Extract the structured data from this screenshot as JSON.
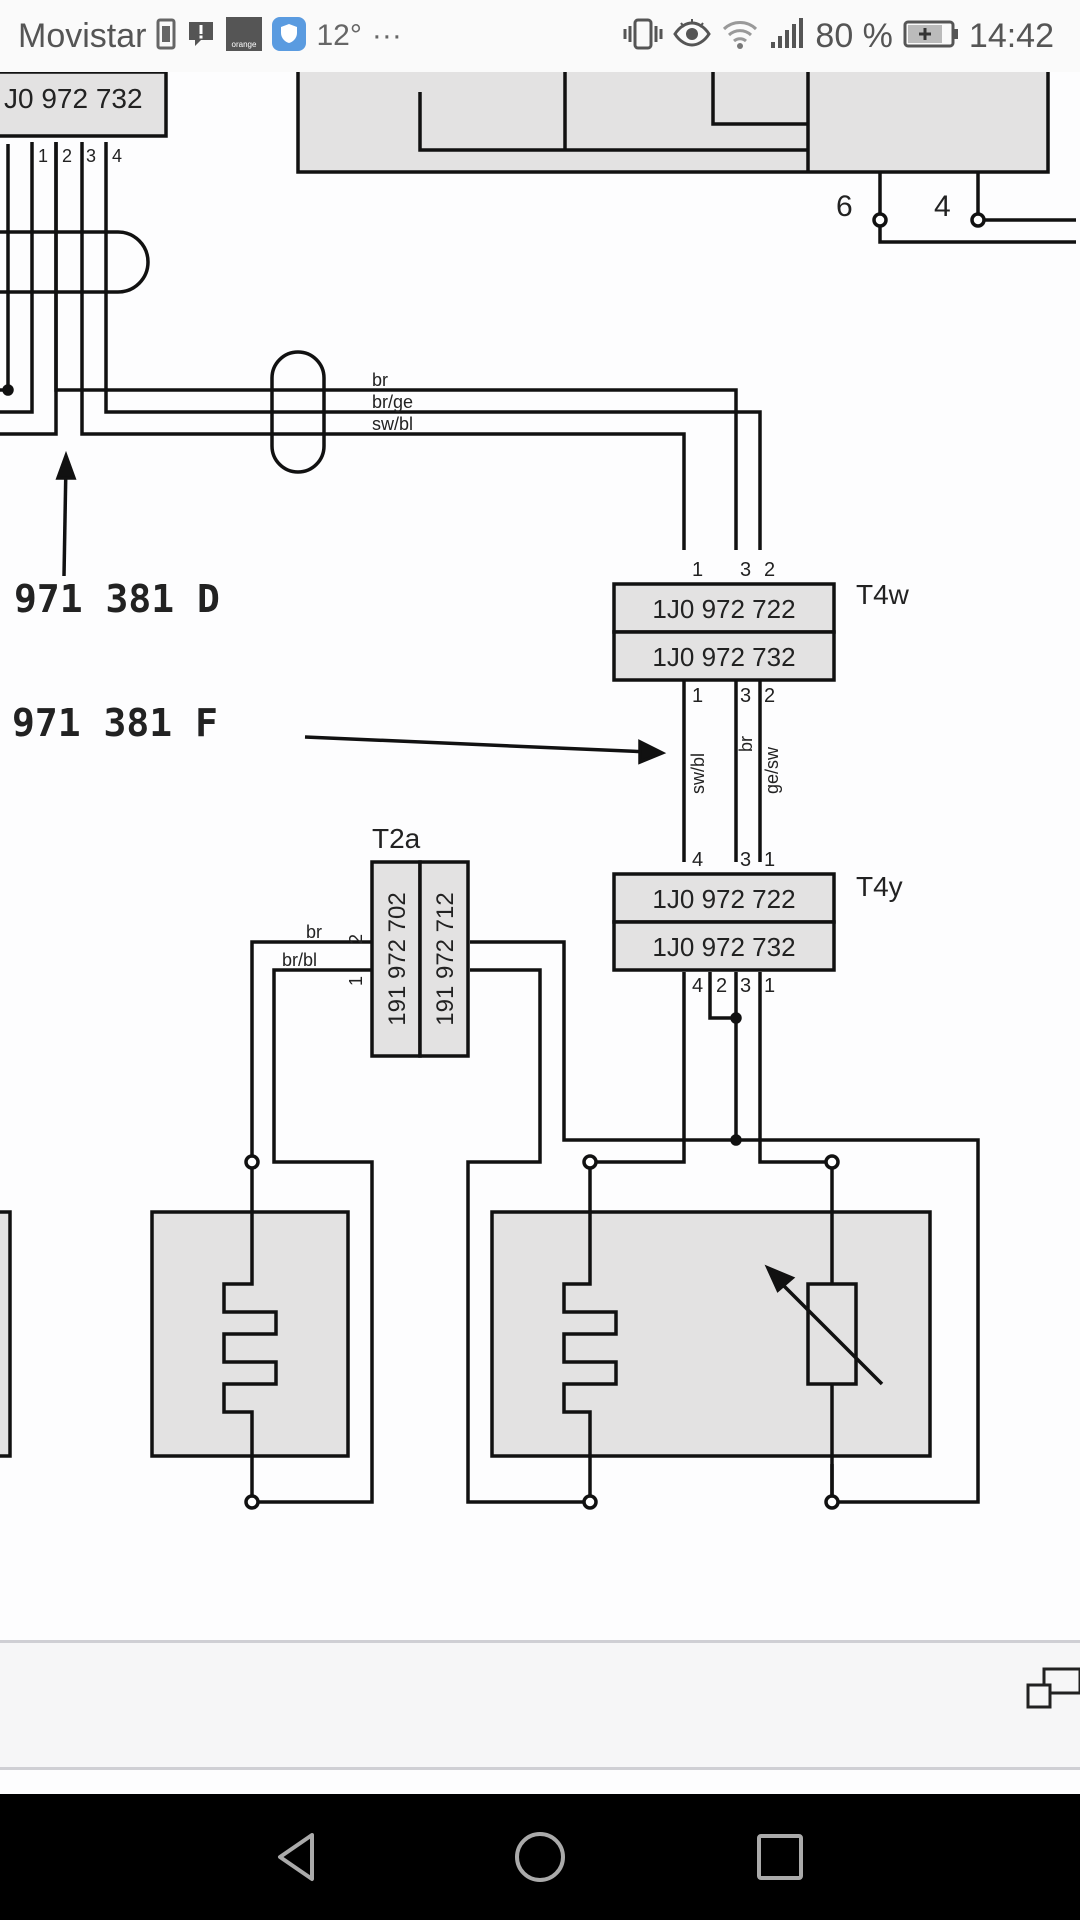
{
  "status_bar": {
    "carrier": "Movistar",
    "temperature": "12°",
    "more": "···",
    "battery_percent": "80 %",
    "time": "14:42",
    "icons": [
      "sim-icon",
      "alert-icon",
      "orange-app-icon",
      "shield-icon",
      "vibrate-icon",
      "eye-icon",
      "wifi-icon",
      "signal-icon",
      "battery-icon"
    ]
  },
  "diagram": {
    "top_connector": "J0 972 732",
    "top_pins": [
      "1",
      "2",
      "3",
      "4"
    ],
    "right_pins": [
      "6",
      "4"
    ],
    "wires_top": [
      "br",
      "br/ge",
      "sw/bl"
    ],
    "part_d": "971 381 D",
    "part_f": "971 381 F",
    "t4w": {
      "name": "T4w",
      "row1": "1J0 972 722",
      "row2": "1J0 972 732",
      "pins_top": [
        "1",
        "3",
        "2"
      ],
      "pins_bottom": [
        "1",
        "3",
        "2"
      ]
    },
    "wires_mid": [
      "sw/bl",
      "br",
      "ge/sw"
    ],
    "t4y": {
      "name": "T4y",
      "row1": "1J0 972 722",
      "row2": "1J0 972 732",
      "pins_top": [
        "4",
        "3",
        "1"
      ],
      "pins_bottom": [
        "4",
        "2",
        "3",
        "1"
      ]
    },
    "t2a": {
      "name": "T2a",
      "col1": "191 972 702",
      "col2": "191 972 712",
      "pins": [
        "2",
        "1"
      ]
    },
    "wires_t2a": [
      "br",
      "br/bl"
    ]
  },
  "nav_bar": {
    "icons": [
      "back-icon",
      "home-icon",
      "recents-icon"
    ]
  }
}
